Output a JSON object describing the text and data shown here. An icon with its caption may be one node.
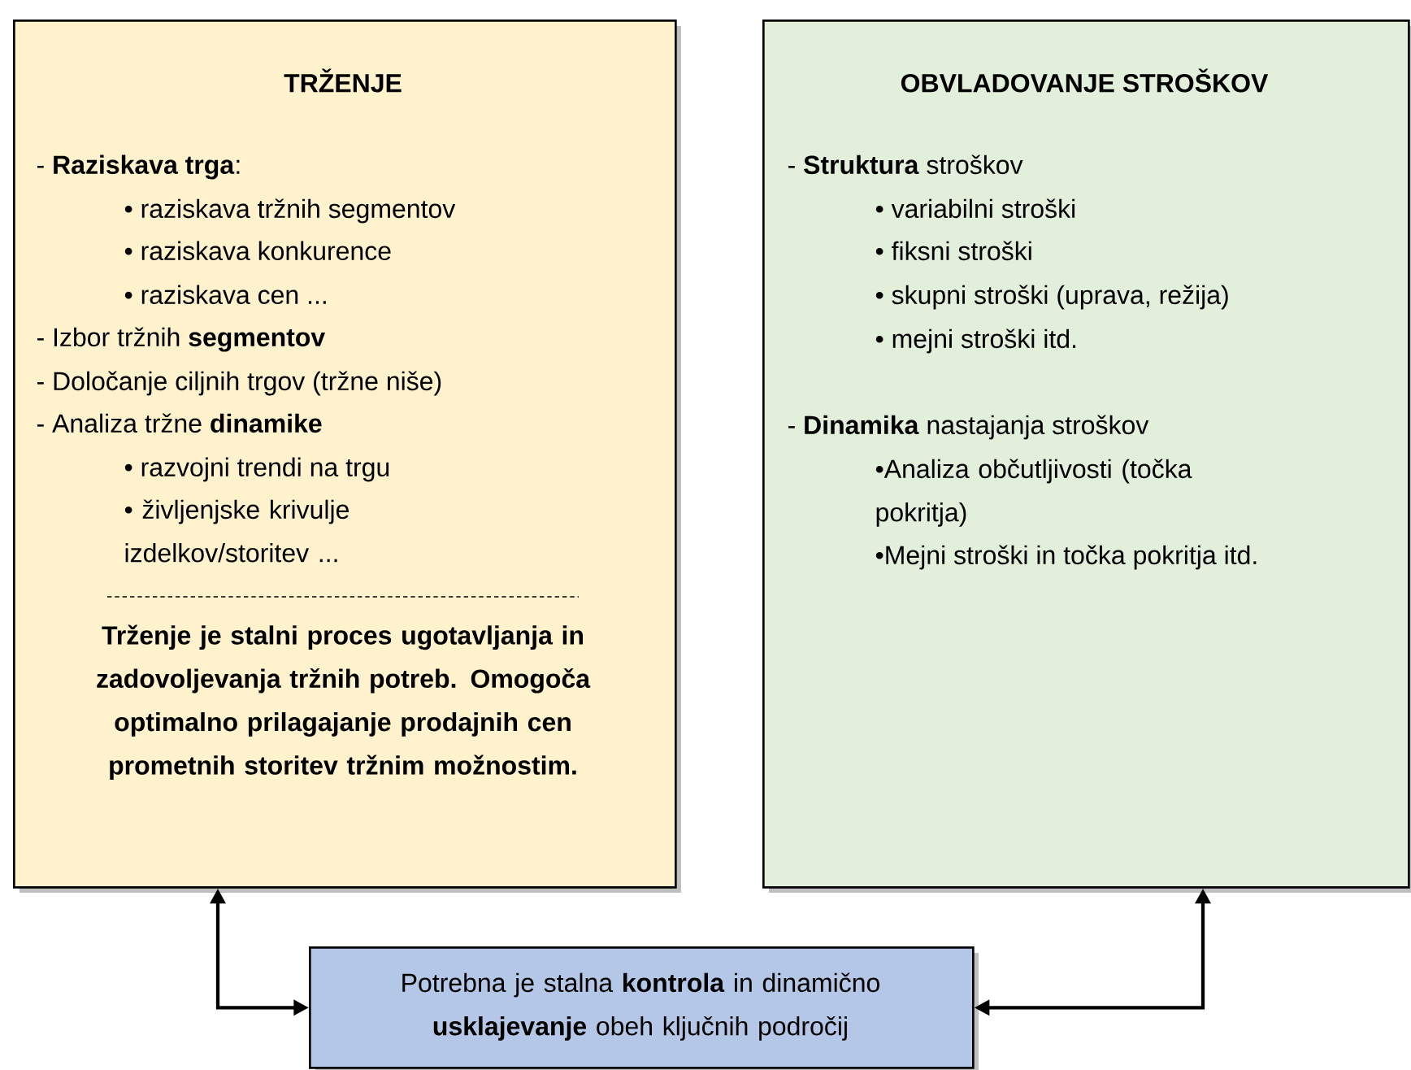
{
  "diagram": {
    "nodes": [
      {
        "text": [
          "TRŽENJE",
          "- **Raziskava trga**:",
          "• raziskava tržnih segmentov",
          "• raziskava konkurence",
          "• raziskava cen ...",
          "- Izbor tržnih **segmentov**",
          "- Določanje ciljnih trgov (tržne niše)",
          "- Analiza tržne **dinamike**",
          "• razvojni trendi na trgu",
          "• življenjske krivulje izdelkov/storitev ...",
          "**Trženje je stalni proces ugotavljanja in zadovoljevanja tržnih potreb. Omogoča optimalno prilagajanje prodajnih cen prometnih storitev** tržnim **možnostim.**"
        ]
      },
      {
        "text": [
          "OBVLADOVANJE STROŠKOV",
          "- **Struktura** stroškov",
          "• variabilni stroški",
          "• fiksni stroški",
          "• skupni stroški (uprava, režija)",
          "• mejni stroški itd.",
          "- **Dinamika** nastajanja stroškov",
          "•Analiza občutljivosti (točka pokritja)",
          "•Mejni stroški in točka pokritja itd."
        ]
      },
      {
        "text": [
          "Potrebna je stalna **kontrola** in dinamično **usklajevanje** obeh ključnih področij"
        ]
      }
    ],
    "edges": [
      {
        "from": 2,
        "to": 0,
        "arrow": "both"
      },
      {
        "from": 2,
        "to": 1,
        "arrow": "both"
      }
    ]
  }
}
